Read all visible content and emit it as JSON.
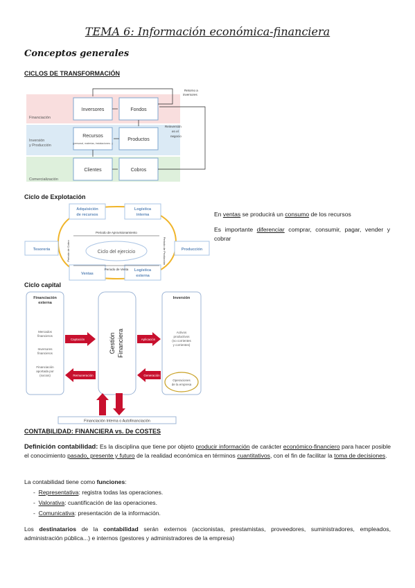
{
  "title": "TEMA 6: Información económica-financiera",
  "section1": "Conceptos generales",
  "ciclos": {
    "heading": "CICLOS DE TRANSFORMACIÓN",
    "inversores": "Inversores",
    "fondos": "Fondos",
    "recursos": "Recursos",
    "recursos_sub": "(personal, materias, instalaciones...)",
    "productos": "Productos",
    "clientes": "Clientes",
    "cobros": "Cobros",
    "band_financiacion": "Financiación",
    "band_inversion_1": "Inversión",
    "band_inversion_2": "y Producción",
    "band_comercializacion": "Comercialización",
    "retorno_1": "Retorno a",
    "retorno_2": "inversores",
    "reinversion_1": "Reinversión",
    "reinversion_2": "en el",
    "reinversion_3": "negocio"
  },
  "explotacion": {
    "heading": "Ciclo de Explotación",
    "adquisicion_1": "Adquisición",
    "adquisicion_2": "de recursos",
    "log_interna_1": "Logística",
    "log_interna_2": "interna",
    "tesoreria": "Tesorería",
    "produccion": "Producción",
    "ventas": "Ventas",
    "log_externa_1": "Logística",
    "log_externa_2": "externa",
    "centro": "Ciclo del ejercicio",
    "p_aprov": "Periodo de Aprovisionamiento",
    "p_venta": "Periodo de Venta",
    "p_cobro": "Periodo de Cobro",
    "p_produccion": "Periodo de Producción",
    "note_pre": "En ",
    "note_ventas": "ventas",
    "note_mid": " se producirá un ",
    "note_consumo": "consumo",
    "note_post": " de los recursos",
    "note2_pre": "Es importante ",
    "note2_dif": "diferenciar",
    "note2_post": " comprar, consumir, pagar, vender y cobrar"
  },
  "capital": {
    "heading": "Ciclo capital",
    "fin_ext_1": "Financiación",
    "fin_ext_2": "externa",
    "item1_1": "Mercados",
    "item1_2": "financieros",
    "item2_1": "Inversores",
    "item2_2": "financieros",
    "item3_1": "Financiación",
    "item3_2": "aportada por",
    "item3_3": "(socios)",
    "captacion": "Captación",
    "remuneracion": "Remuneración",
    "gestion_1": "Gestión",
    "gestion_2": "Financiera",
    "aplicacion": "Aplicación",
    "generacion": "Generación",
    "inversion": "Inversión",
    "activos_1": "Activos",
    "activos_2": "productivos",
    "activos_3": "(no corrientes",
    "activos_4": "y corrientes)",
    "operaciones_1": "Operaciones",
    "operaciones_2": "de la empresa",
    "fin_interna": "Financiación Interna o Autofinanciación"
  },
  "contabilidad": {
    "heading": "CONTABILIDAD: FINANCIERA vs. De COSTES",
    "def_label": "Definición contabilidad:",
    "def_t1": " Es la disciplina que tiene por objeto ",
    "def_u1": "producir información",
    "def_t2": " de carácter ",
    "def_u2": "económico-financiero",
    "def_t3": " para hacer posible el conocimiento ",
    "def_u3": "pasado, presente y futuro",
    "def_t4": " de la realidad económica en términos ",
    "def_u4": "cuantitativos",
    "def_t5": ", con el fin de facilitar la ",
    "def_u5": "toma de decisiones",
    "def_t6": ".",
    "funciones_pre": "La contabilidad tiene como ",
    "funciones_b": "funciones",
    "funciones_post": ":",
    "f1_u": "Representativa",
    "f1_t": ": registra todas las operaciones.",
    "f2_u": "Valorativa",
    "f2_t": ": cuantificación de las operaciones.",
    "f3_u": "Comunicativa",
    "f3_t": ": presentación de la información.",
    "dest_t1": "Los ",
    "dest_b1": "destinatarios",
    "dest_t2": " de la ",
    "dest_b2": "contabilidad",
    "dest_t3": " serán externos (accionistas, prestamistas, proveedores, suministradores, empleados, administración pública...) e internos (gestores y administradores de la empresa)"
  }
}
